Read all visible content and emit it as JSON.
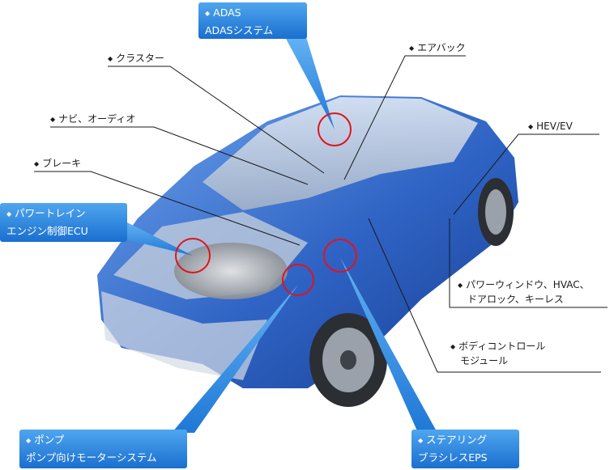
{
  "callouts_blue": [
    {
      "id": "adas",
      "line1": "ADAS",
      "line2": "ADASシステム"
    },
    {
      "id": "powertrain",
      "line1": "パワートレイン",
      "line2": "エンジン制御ECU"
    },
    {
      "id": "pump",
      "line1": "ポンプ",
      "line2": "ポンプ向けモーターシステム"
    },
    {
      "id": "steering",
      "line1": "ステアリング",
      "line2": "ブラシレスEPS"
    }
  ],
  "callouts_plain": [
    {
      "id": "cluster",
      "line1": "クラスター"
    },
    {
      "id": "airbag",
      "line1": "エアバック"
    },
    {
      "id": "navi",
      "line1": "ナビ、オーディオ"
    },
    {
      "id": "hev",
      "line1": "HEV/EV"
    },
    {
      "id": "brake",
      "line1": "ブレーキ"
    },
    {
      "id": "window",
      "line1": "パワーウィンドウ、HVAC、",
      "line2": "ドアロック、キーレス"
    },
    {
      "id": "body",
      "line1": "ボディコントロール",
      "line2": "モジュール"
    }
  ],
  "bullet": "◆",
  "colors": {
    "accent": "#2a86e0",
    "marker": "#e0141e",
    "car_body": "#2f63c4"
  }
}
